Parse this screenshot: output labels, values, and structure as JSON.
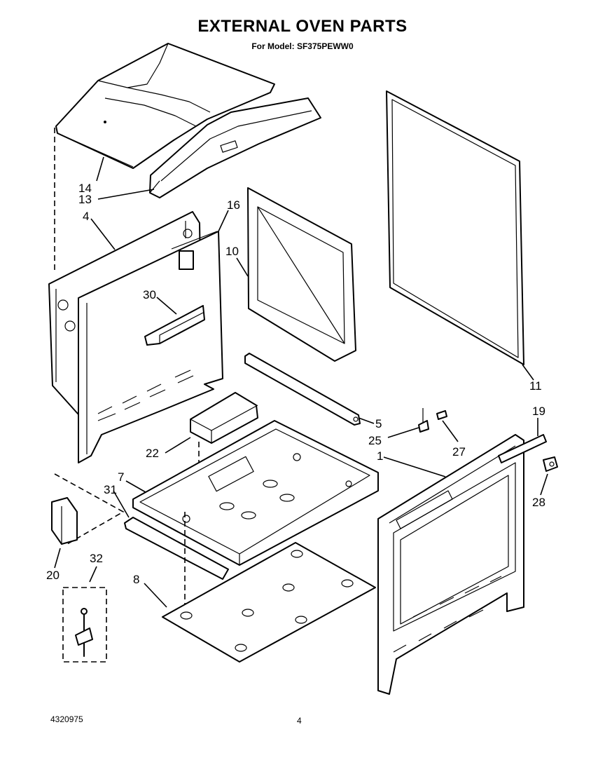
{
  "header": {
    "title": "EXTERNAL OVEN PARTS",
    "subtitle": "For Model: SF375PEWW0"
  },
  "footer": {
    "doc_number": "4320975",
    "page_number": "4"
  },
  "callouts": {
    "c14": "14",
    "c13": "13",
    "c4": "4",
    "c16": "16",
    "c10": "10",
    "c30": "30",
    "c11": "11",
    "c5": "5",
    "c19": "19",
    "c25": "25",
    "c27": "27",
    "c1": "1",
    "c22": "22",
    "c7": "7",
    "c31": "31",
    "c28": "28",
    "c20": "20",
    "c32": "32",
    "c8": "8"
  }
}
